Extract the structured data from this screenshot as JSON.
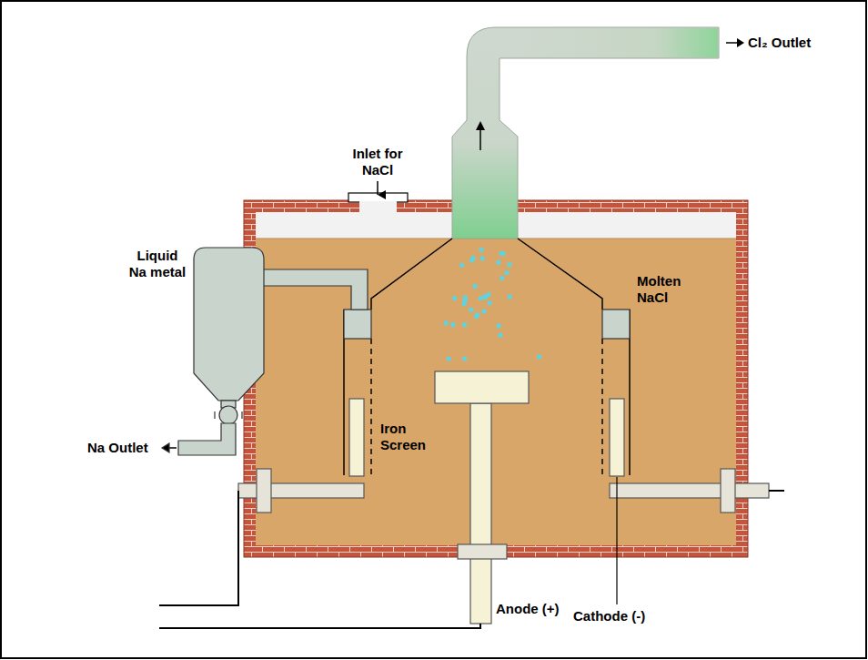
{
  "diagram": {
    "labels": [
      "Cl₂ Outlet",
      "Inlet for NaCl",
      "Liquid Na metal",
      "Na Outlet",
      "Molten NaCl",
      "Iron Screen",
      "Anode (+)",
      "Cathode (-)"
    ]
  }
}
